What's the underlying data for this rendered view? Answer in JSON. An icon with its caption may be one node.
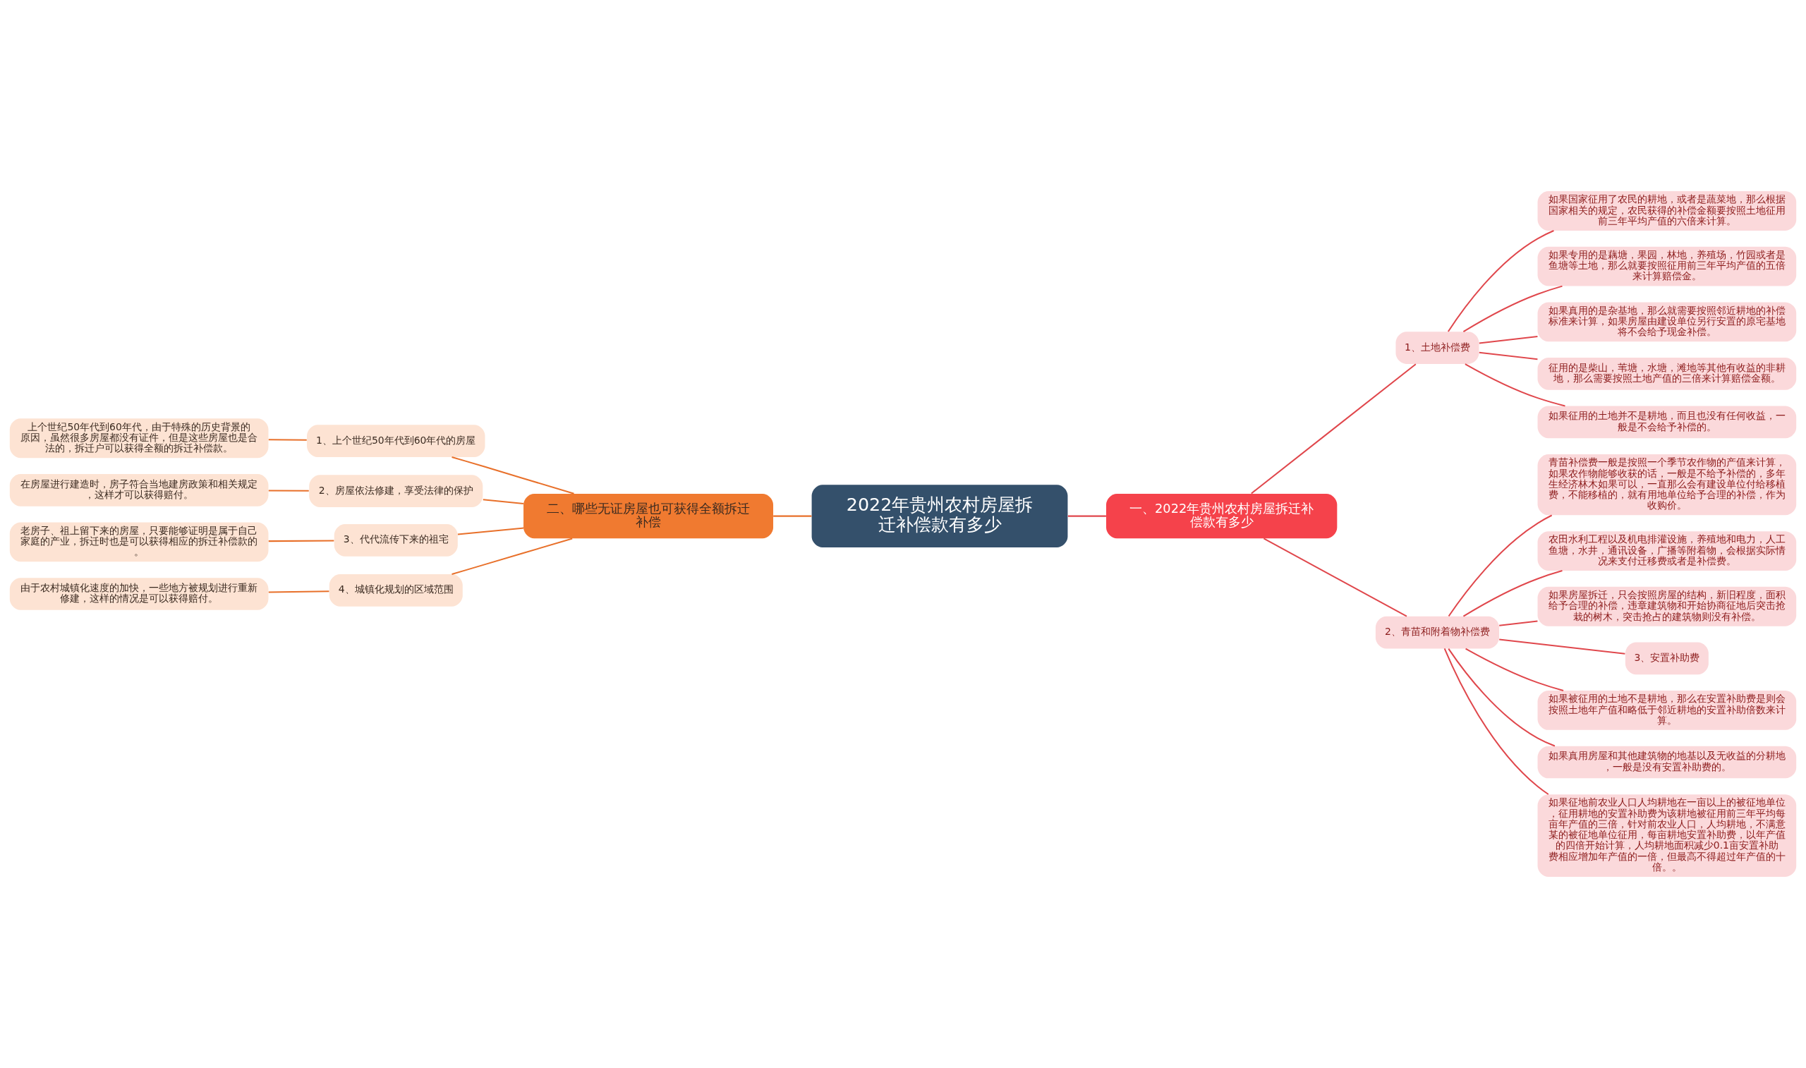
{
  "diagram": {
    "nodes": [
      {
        "text": [
          "2022年贵州农村房屋拆迁补偿款有多少"
        ]
      },
      {
        "text": [
          "一、2022年贵州农村房屋拆迁补偿款有多少"
        ]
      },
      {
        "text": [
          "1、土地补偿费"
        ]
      },
      {
        "text": [
          "如果国家征用了农民的耕地，或者是蔬菜地，那么根据国家相关的规定，农民获得的补偿金额要按照土地征用前三年平均产值的六倍来计算。"
        ]
      },
      {
        "text": [
          "如果专用的是藕塘，果园，林地，养殖场，竹园或者是鱼塘等土地，那么就要按照征用前三年平均产值的五倍来计算赔偿金。"
        ]
      },
      {
        "text": [
          "如果真用的是杂基地，那么就需要按照邻近耕地的补偿标准来计算，如果房屋由建设单位另行安置的原宅基地将不会给予现金补偿。"
        ]
      },
      {
        "text": [
          "征用的是柴山，苇塘，水塘，滩地等其他有收益的非耕地，那么需要按照土地产值的三倍来计算赔偿金额。"
        ]
      },
      {
        "text": [
          "如果征用的土地并不是耕地，而且也没有任何收益，一般是不会给予补偿的。"
        ]
      },
      {
        "text": [
          "2、青苗和附着物补偿费"
        ]
      },
      {
        "text": [
          "青苗补偿费一般是按照一个季节农作物的产值来计算，如果农作物能够收获的话，一般是不给予补偿的，多年生经济林木如果可以，一直那么会有建设单位付给移植费，不能移植的，就有用地单位给予合理的补偿，作为收购价。"
        ]
      },
      {
        "text": [
          "农田水利工程以及机电排灌设施，养殖地和电力，人工鱼塘，水井，通讯设备，广播等附着物，会根据实际情况来支付迁移费或者是补偿费。"
        ]
      },
      {
        "text": [
          "如果房屋拆迁，只会按照房屋的结构，新旧程度，面积给予合理的补偿，违章建筑物和开始协商征地后突击抢栽的树木，突击抢占的建筑物则没有补偿。"
        ]
      },
      {
        "text": [
          "3、安置补助费"
        ]
      },
      {
        "text": [
          "如果被征用的土地不是耕地，那么在安置补助费是则会按照土地年产值和略低于邻近耕地的安置补助倍数来计算。"
        ]
      },
      {
        "text": [
          "如果真用房屋和其他建筑物的地基以及无收益的分耕地，一般是没有安置补助费的。"
        ]
      },
      {
        "text": [
          "如果征地前农业人口人均耕地在一亩以上的被征地单位，征用耕地的安置补助费为该耕地被征用前三年平均每亩年产值的三倍，针对前农业人口，人均耕地，不满意某的被征地单位征用，每亩耕地安置补助费，以年产值的四倍开始计算，人均耕地面积减少0.1亩安置补助费相应增加年产值的一倍，但最高不得超过年产值的十倍。。"
        ]
      },
      {
        "text": [
          "二、哪些无证房屋也可获得全额拆迁补偿"
        ]
      },
      {
        "text": [
          "1、上个世纪50年代到60年代的房屋"
        ]
      },
      {
        "text": [
          "上个世纪50年代到60年代，由于特殊的历史背景的原因，虽然很多房屋都没有证件，但是这些房屋也是合法的，拆迁户可以获得全额的拆迁补偿款。"
        ]
      },
      {
        "text": [
          "2、房屋依法修建，享受法律的保护"
        ]
      },
      {
        "text": [
          "在房屋进行建造时，房子符合当地建房政策和相关规定，这样才可以获得赔付。"
        ]
      },
      {
        "text": [
          "3、代代流传下来的祖宅"
        ]
      },
      {
        "text": [
          "老房子、祖上留下来的房屋，只要能够证明是属于自己家庭的产业，拆迁时也是可以获得相应的拆迁补偿款的。"
        ]
      },
      {
        "text": [
          "4、城镇化规划的区域范围"
        ]
      },
      {
        "text": [
          "由于农村城镇化速度的加快，一些地方被规划进行重新修建，这样的情况是可以获得赔付。"
        ]
      }
    ],
    "edges": [
      {
        "from": 0,
        "to": 1,
        "arrow": "none"
      },
      {
        "from": 1,
        "to": 2,
        "arrow": "none"
      },
      {
        "from": 2,
        "to": 3,
        "arrow": "none"
      },
      {
        "from": 2,
        "to": 4,
        "arrow": "none"
      },
      {
        "from": 2,
        "to": 5,
        "arrow": "none"
      },
      {
        "from": 2,
        "to": 6,
        "arrow": "none"
      },
      {
        "from": 2,
        "to": 7,
        "arrow": "none"
      },
      {
        "from": 1,
        "to": 8,
        "arrow": "none"
      },
      {
        "from": 8,
        "to": 9,
        "arrow": "none"
      },
      {
        "from": 8,
        "to": 10,
        "arrow": "none"
      },
      {
        "from": 8,
        "to": 11,
        "arrow": "none"
      },
      {
        "from": 8,
        "to": 12,
        "arrow": "none"
      },
      {
        "from": 8,
        "to": 13,
        "arrow": "none"
      },
      {
        "from": 8,
        "to": 14,
        "arrow": "none"
      },
      {
        "from": 8,
        "to": 15,
        "arrow": "none"
      },
      {
        "from": 0,
        "to": 16,
        "arrow": "none",
        "color": "#e8702a"
      },
      {
        "from": 16,
        "to": 17,
        "arrow": "none",
        "color": "#e8702a"
      },
      {
        "from": 17,
        "to": 18,
        "arrow": "none",
        "color": "#e8702a"
      },
      {
        "from": 16,
        "to": 19,
        "arrow": "none",
        "color": "#e8702a"
      },
      {
        "from": 19,
        "to": 20,
        "arrow": "none",
        "color": "#e8702a"
      },
      {
        "from": 16,
        "to": 21,
        "arrow": "none",
        "color": "#e8702a"
      },
      {
        "from": 21,
        "to": 22,
        "arrow": "none",
        "color": "#e8702a"
      },
      {
        "from": 16,
        "to": 23,
        "arrow": "none",
        "color": "#e8702a"
      },
      {
        "from": 23,
        "to": 24,
        "arrow": "none",
        "color": "#e8702a"
      }
    ]
  }
}
